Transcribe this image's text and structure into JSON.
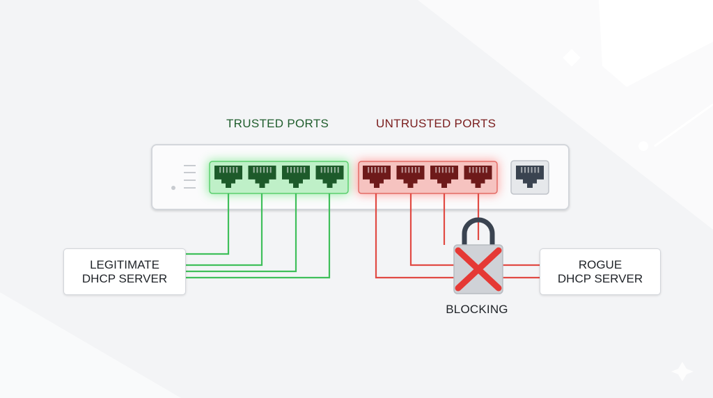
{
  "labels": {
    "trusted": "TRUSTED PORTS",
    "untrusted": "UNTRUSTED PORTS",
    "blocking": "BLOCKING"
  },
  "servers": {
    "legitimate": {
      "line1": "LEGITIMATE",
      "line2": "DHCP SERVER"
    },
    "rogue": {
      "line1": "ROGUE",
      "line2": "DHCP SERVER"
    }
  },
  "ports": {
    "trusted_count": 4,
    "untrusted_count": 4,
    "uplink_count": 1
  },
  "colors": {
    "trusted": "#3fbf5a",
    "trusted_glow": "#7ee88f",
    "untrusted": "#e14a43",
    "untrusted_glow": "#ff8f8a",
    "port_trusted_fill": "#1d5a2a",
    "port_untrusted_fill": "#6e1a1a",
    "port_uplink_fill": "#3a4350",
    "block_x": "#e53935",
    "lock": "#c9ccd1",
    "background": "#f3f4f6"
  },
  "icons": {
    "trusted_port": "rj45-port-icon",
    "untrusted_port": "rj45-port-icon",
    "uplink_port": "rj45-port-icon",
    "block": "padlock-x-icon",
    "status_leds": "led-indicator-icon"
  }
}
